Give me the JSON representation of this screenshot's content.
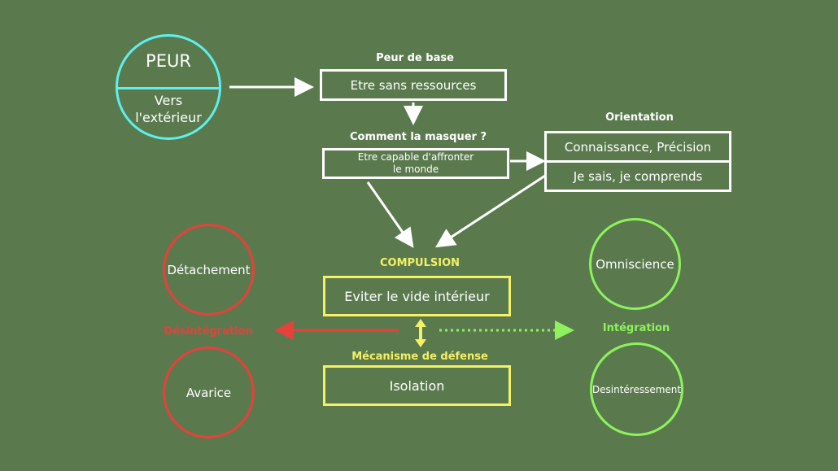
{
  "colors": {
    "background": "#5a7a4e",
    "white": "#ffffff",
    "cyan": "#5ef0ef",
    "yellow": "#f5f065",
    "red": "#e8403a",
    "green": "#8ef25e"
  },
  "peur": {
    "title": "PEUR",
    "subtitle_line1": "Vers",
    "subtitle_line2": "l'extérieur"
  },
  "peur_de_base": {
    "heading": "Peur de base",
    "text": "Etre sans ressources"
  },
  "masquer": {
    "heading": "Comment la masquer ?",
    "text_line1": "Etre capable d'affronter",
    "text_line2": "le monde"
  },
  "orientation": {
    "heading": "Orientation",
    "line1": "Connaissance, Précision",
    "line2": "Je sais, je comprends"
  },
  "compulsion": {
    "heading": "COMPULSION",
    "text": "Eviter le vide intérieur"
  },
  "defense": {
    "heading": "Mécanisme de défense",
    "text": "Isolation"
  },
  "desintegration": {
    "label": "Désintégration",
    "circle_top": "Détachement",
    "circle_bottom": "Avarice"
  },
  "integration": {
    "label": "Intégration",
    "circle_top": "Omniscience",
    "circle_bottom": "Desintéressement"
  }
}
